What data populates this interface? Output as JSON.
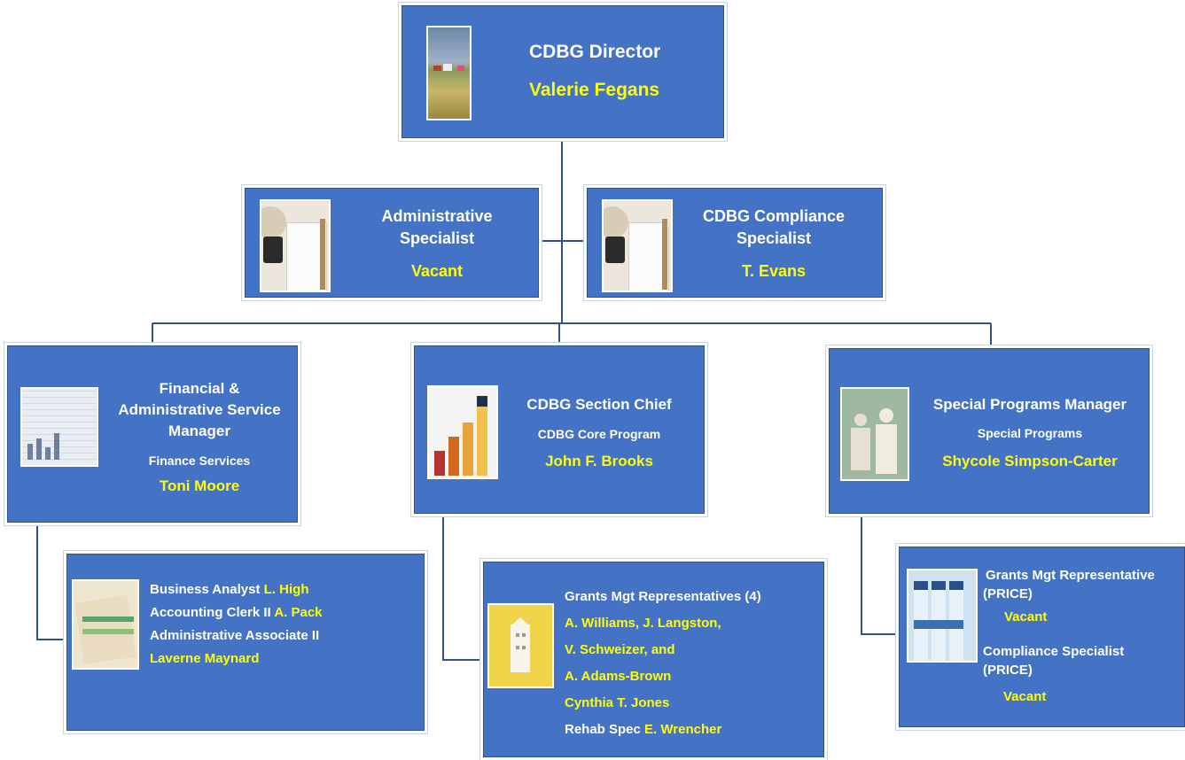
{
  "colors": {
    "box_fill": "#4472c4",
    "name_text": "#ffff00",
    "title_text": "#ffffff",
    "connector": "#2f528f"
  },
  "director": {
    "title": "CDBG Director",
    "name": "Valerie Fegans",
    "image": "landscape-photo"
  },
  "admin_specialist": {
    "title_line1": "Administrative",
    "title_line2": "Specialist",
    "name": "Vacant",
    "image": "notepad-photo"
  },
  "compliance_specialist": {
    "title_line1": "CDBG Compliance",
    "title_line2": "Specialist",
    "name": "T. Evans",
    "image": "notepad-photo"
  },
  "finance_manager": {
    "title_line1": "Financial &",
    "title_line2": "Administrative Service",
    "title_line3": "Manager",
    "unit": "Finance Services",
    "name": "Toni Moore",
    "image": "spreadsheet-photo"
  },
  "section_chief": {
    "title": "CDBG Section Chief",
    "unit": "CDBG Core Program",
    "name": "John F. Brooks",
    "image": "growth-blocks-photo"
  },
  "special_programs": {
    "title": "Special Programs Manager",
    "unit": "Special Programs",
    "name": "Shycole Simpson-Carter",
    "image": "paper-people-photo"
  },
  "finance_staff": {
    "image": "folders-photo",
    "row1_title": "Business Analyst",
    "row1_name": "L. High",
    "row2_title": "Accounting Clerk II",
    "row2_name": "A. Pack",
    "row3_title": "Administrative Associate II",
    "row4_name": "Laverne Maynard"
  },
  "grants_staff": {
    "image": "house-photo",
    "title": "Grants Mgt Representatives (4)",
    "names_line1": "A. Williams, J. Langston,",
    "names_line2": "V. Schweizer, and",
    "names_line3": "A. Adams-Brown",
    "names_line4": "Cynthia T. Jones",
    "rehab_title": "Rehab Spec",
    "rehab_name": "E. Wrencher"
  },
  "special_staff": {
    "image": "vaccine-vials-photo",
    "grants_title_line1": "Grants Mgt Representative",
    "grants_title_line2": "(PRICE)",
    "grants_name": "Vacant",
    "compliance_title_line1": "Compliance Specialist",
    "compliance_title_line2": "(PRICE)",
    "compliance_name": "Vacant"
  }
}
